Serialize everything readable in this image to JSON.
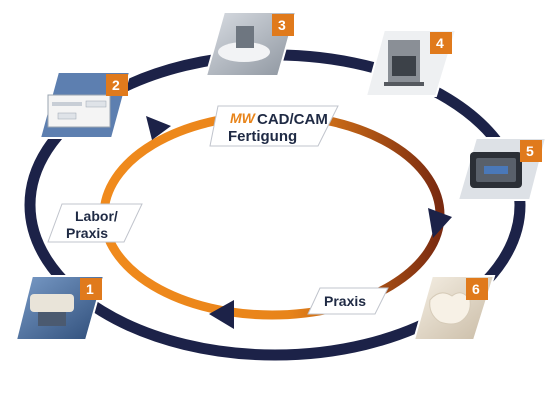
{
  "center_box": {
    "logo_text": "MW",
    "line1": "CAD/CAM",
    "line2": "Fertigung"
  },
  "labels": {
    "left_line1": "Labor/",
    "left_line2": "Praxis",
    "bottom": "Praxis"
  },
  "steps": [
    {
      "number": "1",
      "icon": "dental-model-photo"
    },
    {
      "number": "2",
      "icon": "software-dialog-screenshot"
    },
    {
      "number": "3",
      "icon": "scanner-photo"
    },
    {
      "number": "4",
      "icon": "milling-machine-photo"
    },
    {
      "number": "5",
      "icon": "carrying-case-photo"
    },
    {
      "number": "6",
      "icon": "crown-photo"
    }
  ],
  "colors": {
    "navy": "#1c2248",
    "orange": "#e8841a",
    "dark_orange": "#7a2a10",
    "badge": "#e07a1c"
  }
}
